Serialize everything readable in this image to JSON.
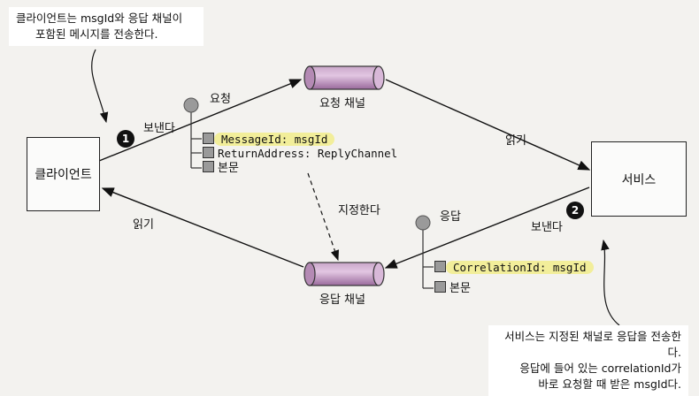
{
  "note_top": [
    "클라이언트는 msgId와 응답 채널이",
    "포함된 메시지를 전송한다."
  ],
  "note_bottom": [
    "서비스는 지정된 채널로 응답을 전송한다.",
    "응답에 들어 있는 correlationId가",
    "바로 요청할 때 받은 msgId다."
  ],
  "client_label": "클라이언트",
  "service_label": "서비스",
  "request_channel_label": "요청 채널",
  "reply_channel_label": "응답 채널",
  "request_msg": {
    "title": "요청",
    "field1": "MessageId: msgId",
    "field2": "ReturnAddress: ReplyChannel",
    "body": "본문"
  },
  "reply_msg": {
    "title": "응답",
    "field1": "CorrelationId: msgId",
    "body": "본문"
  },
  "step1_number": "1",
  "step2_number": "2",
  "send1_label": "보낸다",
  "read1_label": "읽기",
  "send2_label": "보낸다",
  "read2_label": "읽기",
  "designate_label": "지정한다"
}
